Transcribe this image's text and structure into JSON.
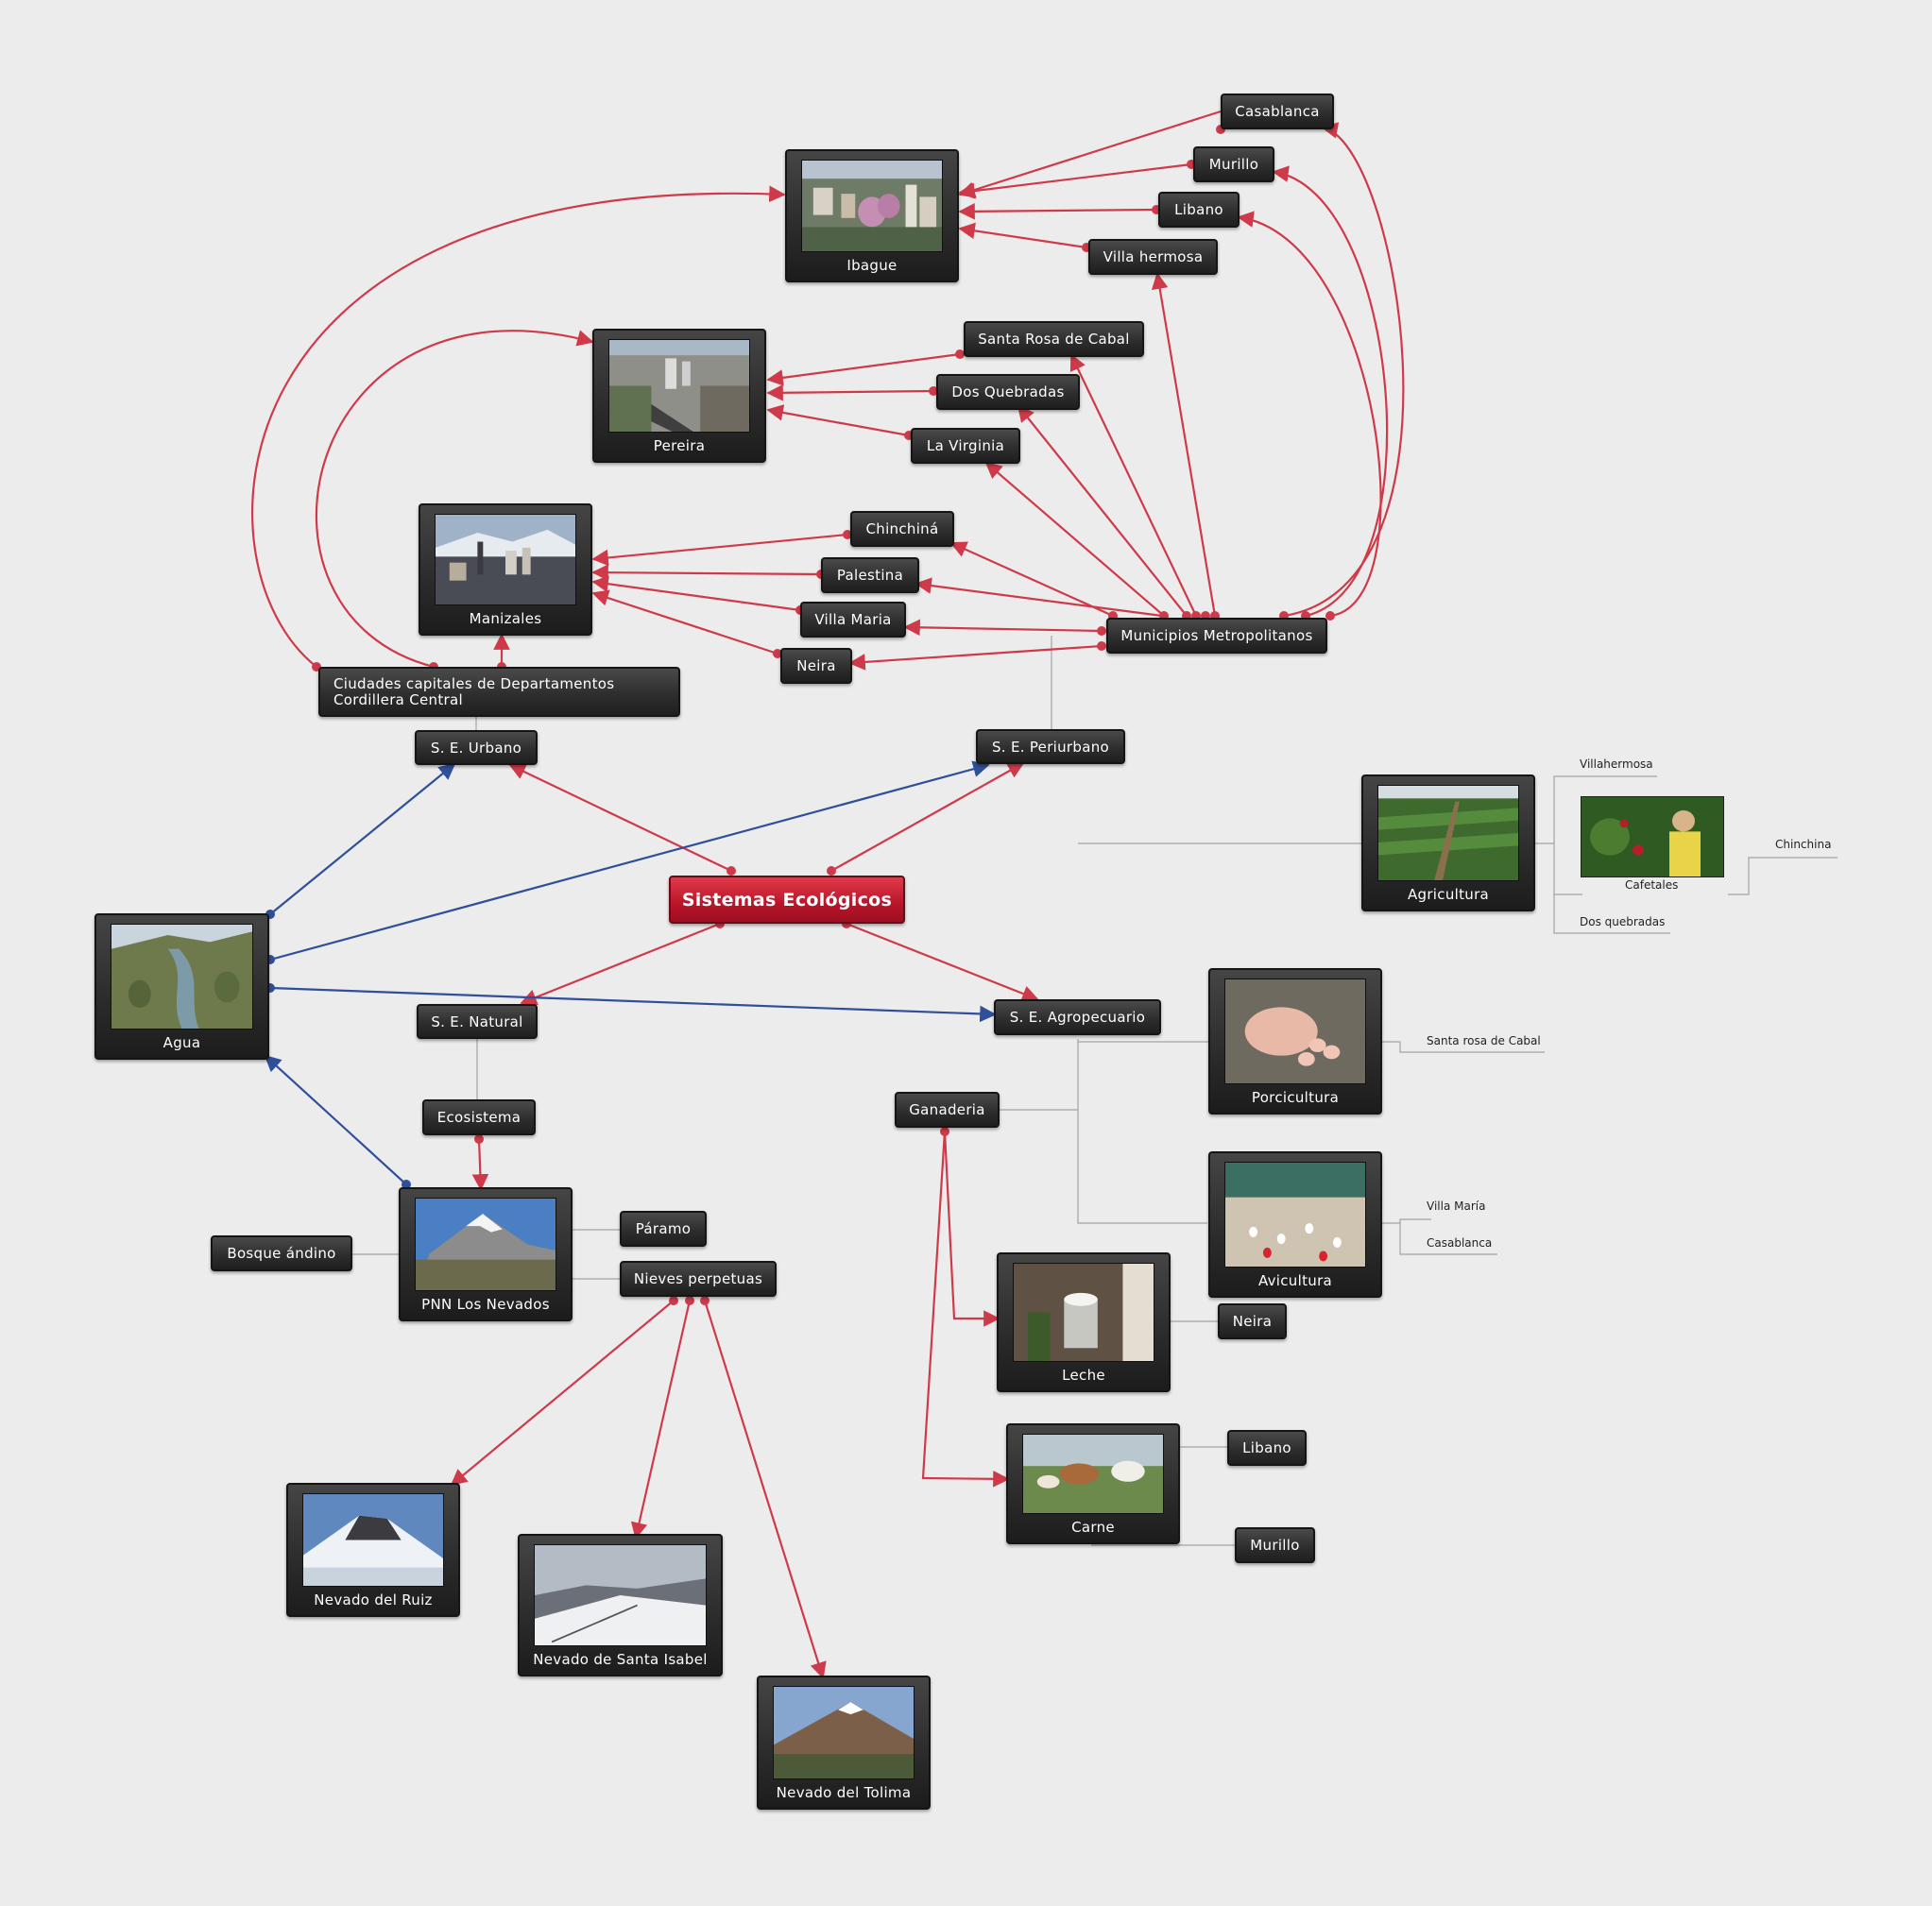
{
  "diagram": {
    "title": "Sistemas Ecológicos",
    "link_colors": {
      "red": "#cf3a4a",
      "blue": "#2f4f99",
      "gray": "#a3a3a3"
    },
    "nodes": {
      "root": "Sistemas Ecológicos",
      "urbano": "S. E. Urbano",
      "periurbano": "S. E. Periurbano",
      "natural": "S. E. Natural",
      "agropecuario": "S. E. Agropecuario",
      "ciudades": "Ciudades capitales de Departamentos Cordillera Central",
      "municipios": "Municipios Metropolitanos",
      "ibague": "Ibague",
      "pereira": "Pereira",
      "manizales": "Manizales",
      "casablanca": "Casablanca",
      "murillo": "Murillo",
      "libano": "Libano",
      "villa_hermosa": "Villa hermosa",
      "santa_rosa": "Santa Rosa de Cabal",
      "dos_quebradas": "Dos Quebradas",
      "la_virginia": "La Virginia",
      "chinchina": "Chinchiná",
      "palestina": "Palestina",
      "villa_maria": "Villa Maria",
      "neira": "Neira",
      "agua": "Agua",
      "ecosistema": "Ecosistema",
      "pnn": "PNN Los Nevados",
      "bosque": "Bosque ándino",
      "paramo": "Páramo",
      "nieves": "Nieves perpetuas",
      "ruiz": "Nevado del Ruiz",
      "santa_isabel": "Nevado de Santa Isabel",
      "tolima": "Nevado del Tolima",
      "agricultura": "Agricultura",
      "cafetales": "Cafetales",
      "porcicultura": "Porcicultura",
      "avicultura": "Avicultura",
      "ganaderia": "Ganaderia",
      "leche": "Leche",
      "carne": "Carne",
      "neira_leche": "Neira",
      "libano_carne": "Libano",
      "murillo_carne": "Murillo"
    },
    "leaves": {
      "villahermosa": "Villahermosa",
      "chinchina": "Chinchina",
      "dos_quebradas": "Dos quebradas",
      "santa_rosa": "Santa rosa de Cabal",
      "villa_maria": "Villa María",
      "casablanca": "Casablanca"
    }
  }
}
